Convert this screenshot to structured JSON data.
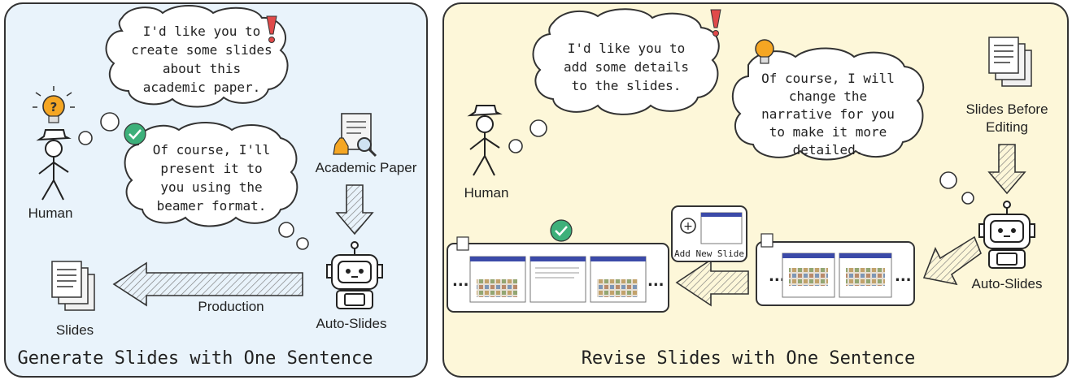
{
  "left_panel": {
    "title": "Generate Slides with One Sentence",
    "bg_color": "#e9f3fb",
    "human_label": "Human",
    "human_bubble": [
      "I'd like you to",
      "create some slides",
      "about this",
      "academic paper."
    ],
    "ai_bubble": [
      "Of course, I'll",
      "present it to",
      "you using the",
      "beamer format."
    ],
    "paper_label": "Academic Paper",
    "autoslides_label": "Auto-Slides",
    "production_label": "Production",
    "slides_label": "Slides"
  },
  "right_panel": {
    "title": "Revise Slides with One Sentence",
    "bg_color": "#fdf7d9",
    "human_label": "Human",
    "human_bubble": [
      "I'd like you to",
      "add some details",
      "to the slides."
    ],
    "ai_bubble": [
      "Of course, I will",
      "change the",
      "narrative for you",
      "to make it more",
      "detailed."
    ],
    "slides_before_label": [
      "Slides Before",
      "Editing"
    ],
    "autoslides_label": "Auto-Slides",
    "add_slide_label": "Add New Slide",
    "ellipsis": "..."
  },
  "colors": {
    "check_green": "#3db07a",
    "exclaim_red": "#e04a4a",
    "bulb_orange": "#f5a623",
    "slide_header": "#3b4aa8"
  }
}
